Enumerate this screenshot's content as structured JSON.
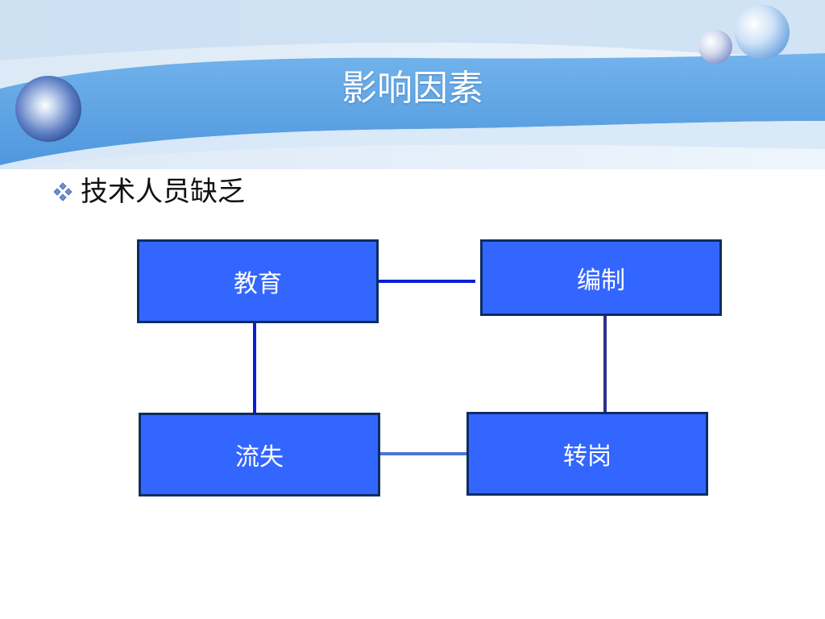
{
  "slide": {
    "title": "影响因素",
    "bullet": "技术人员缺乏"
  },
  "diagram": {
    "nodes": [
      {
        "id": "education",
        "label": "教育"
      },
      {
        "id": "staffing",
        "label": "编制"
      },
      {
        "id": "attrition",
        "label": "流失"
      },
      {
        "id": "reassignment",
        "label": "转岗"
      }
    ],
    "edges": [
      {
        "from": "education",
        "to": "staffing"
      },
      {
        "from": "education",
        "to": "attrition"
      },
      {
        "from": "staffing",
        "to": "reassignment"
      },
      {
        "from": "attrition",
        "to": "reassignment"
      }
    ]
  },
  "colors": {
    "node_fill": "#3366ff",
    "node_border": "#0d2d63",
    "header_band": "#5aa0e0"
  },
  "icons": {
    "bullet": "diamond-bullet-icon",
    "header_orbs": "glossy-sphere-icon"
  }
}
